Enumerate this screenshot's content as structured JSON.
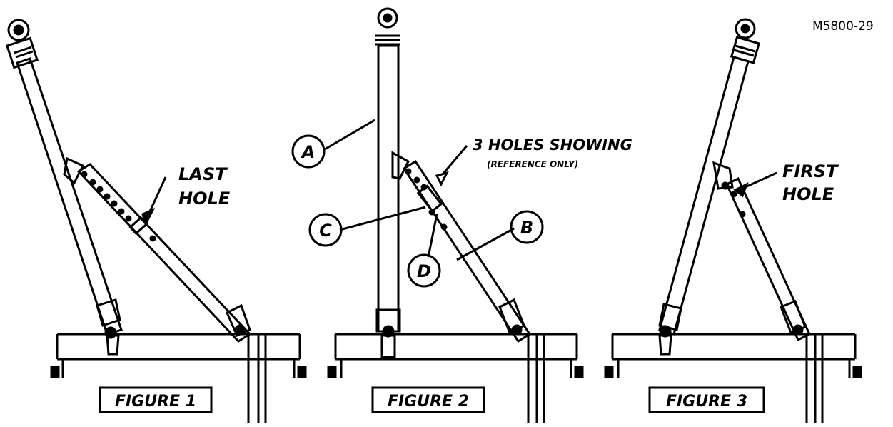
{
  "drawing_code": "M5800-29",
  "figures": [
    {
      "caption": "FIGURE 1",
      "callout_line1": "LAST",
      "callout_line2": "HOLE"
    },
    {
      "caption": "FIGURE 2",
      "callout_line1": "3 HOLES SHOWING",
      "callout_line2": "(REFERENCE ONLY)",
      "parts": [
        "A",
        "B",
        "C",
        "D"
      ]
    },
    {
      "caption": "FIGURE 3",
      "callout_line1": "FIRST",
      "callout_line2": "HOLE"
    }
  ]
}
